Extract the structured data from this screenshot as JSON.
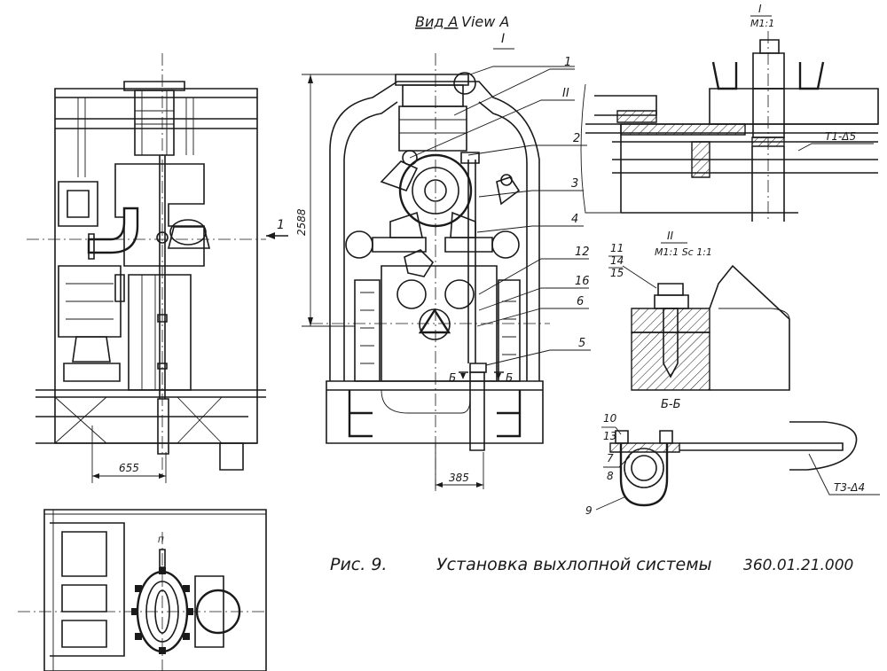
{
  "view_title": {
    "ru": "Вид А",
    "en": "View A"
  },
  "view_mark": "I",
  "detail_I": {
    "title": "I",
    "scale": "М1:1"
  },
  "detail_II": {
    "title": "II",
    "scale": "М1:1 Sc 1:1"
  },
  "section_BB": {
    "title": "Б-Б",
    "mark": "Б"
  },
  "arrow_view_label": "1",
  "dimensions": {
    "height": "2588",
    "width_left": "655",
    "width_center": "385"
  },
  "callouts": [
    "1",
    "2",
    "3",
    "4",
    "5",
    "6",
    "12",
    "16",
    "II"
  ],
  "detail_II_parts": [
    "11",
    "14",
    "15"
  ],
  "clamp_parts": [
    "10",
    "13",
    "7",
    "8",
    "9"
  ],
  "weld_labels": {
    "t1": "Т1-Δ5",
    "t3": "Т3-Δ4"
  },
  "small_mark": "П",
  "caption": {
    "figure": "Рис. 9.",
    "title": "Установка выхлопной системы",
    "code": "360.01.21.000"
  }
}
